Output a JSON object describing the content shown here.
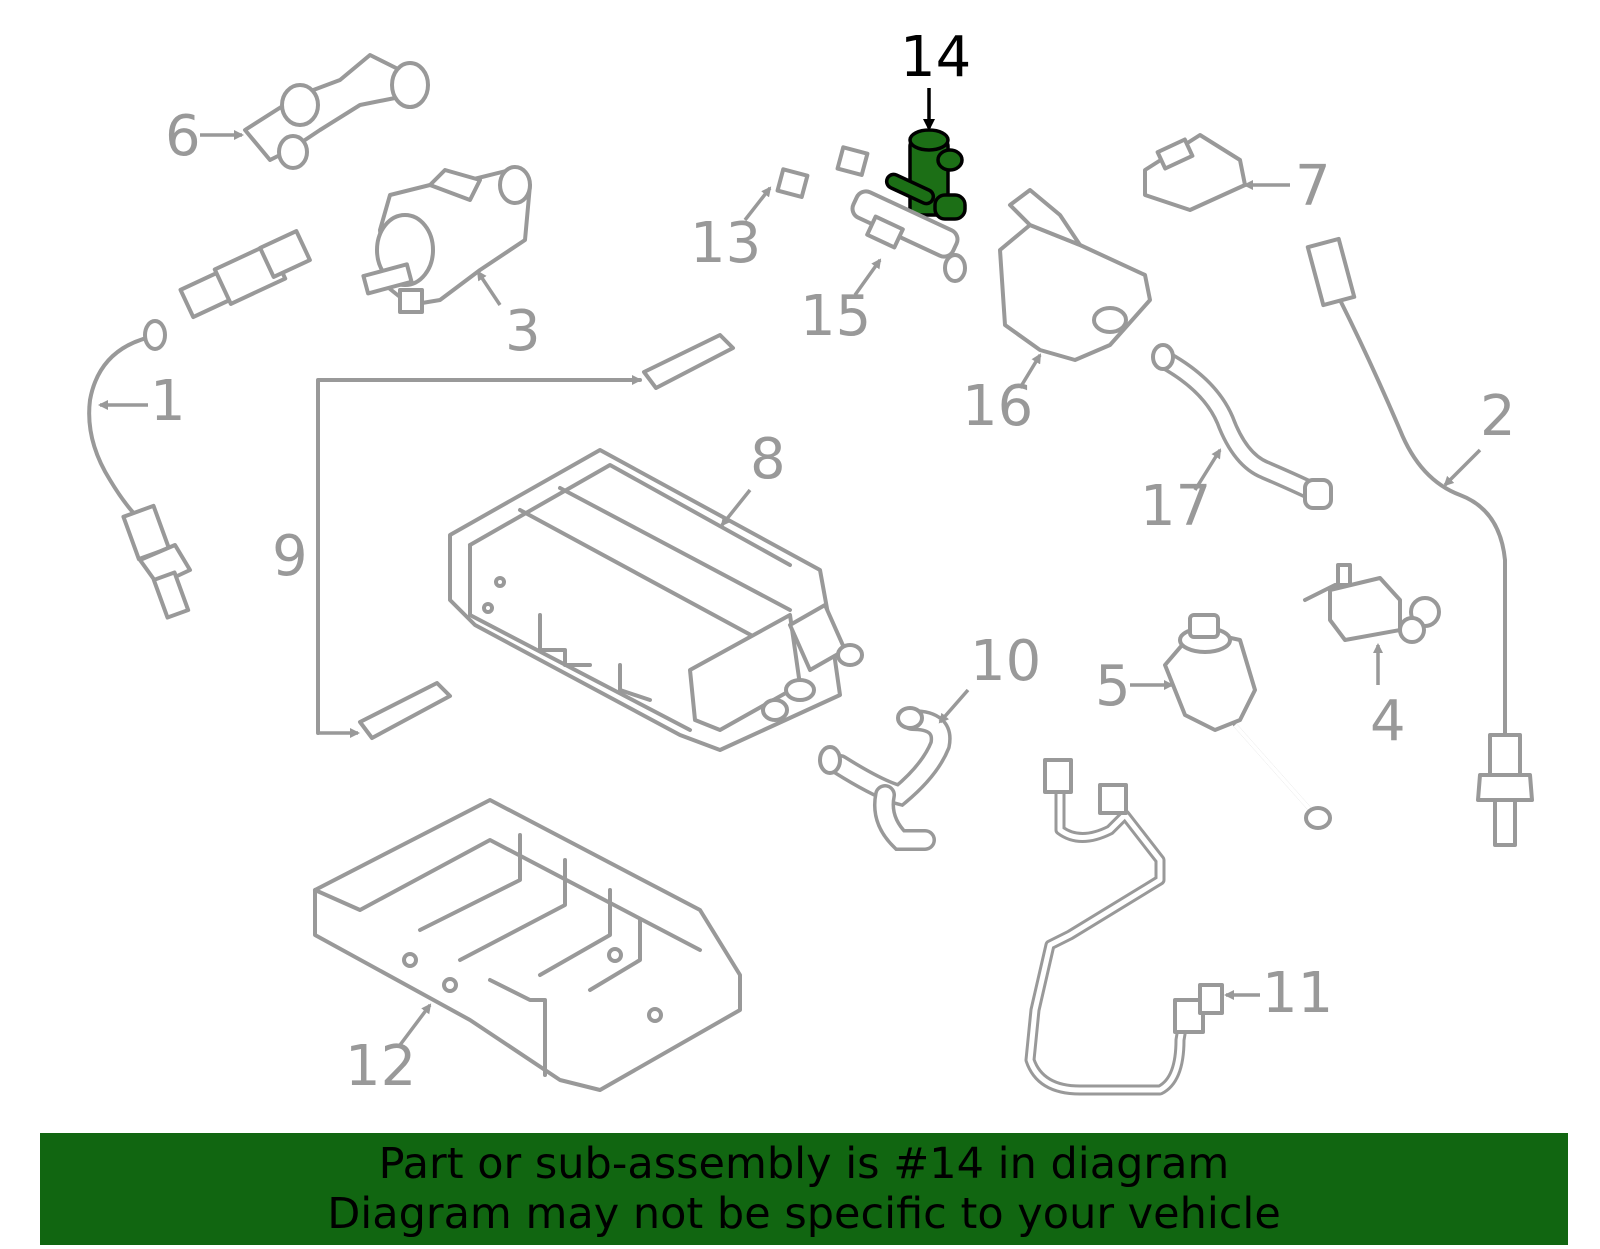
{
  "diagram": {
    "highlighted_part": "14",
    "highlight_color": "#1c6f16",
    "part_color": "#999999",
    "callouts": [
      "1",
      "2",
      "3",
      "4",
      "5",
      "6",
      "7",
      "8",
      "9",
      "10",
      "11",
      "12",
      "13",
      "14",
      "15",
      "16",
      "17"
    ]
  },
  "banner": {
    "line1": "Part or sub-assembly is #14 in diagram",
    "line2": "Diagram may not be specific to your vehicle",
    "background": "#116611"
  }
}
